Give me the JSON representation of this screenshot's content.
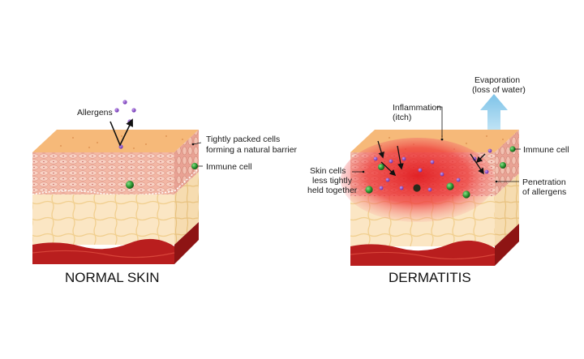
{
  "normal": {
    "title": "NORMAL SKIN",
    "labels": {
      "allergens": "Allergens",
      "barrier_line1": "Tightly packed cells",
      "barrier_line2": "forming a natural barrier",
      "immune": "Immune cell"
    }
  },
  "dermatitis": {
    "title": "DERMATITIS",
    "labels": {
      "evap_line1": "Evaporation",
      "evap_line2": "(loss of water)",
      "inflam_line1": "Inflammation",
      "inflam_line2": "(itch)",
      "immune": "Immune cell",
      "skin_line1": "Skin cells",
      "skin_line2": "less  tightly",
      "skin_line3": "held together",
      "pen_line1": "Penetration",
      "pen_line2": "of allergens"
    }
  },
  "colors": {
    "surface": "#f6b979",
    "epidermis": "#f3b5a2",
    "dermis": "#fbe3bd",
    "muscle": "#b91e1e",
    "allergen": "#8a4bc9",
    "immune": "#2f9c35",
    "inflammation": "#e8262a",
    "arrow": "#a8d8f0"
  }
}
